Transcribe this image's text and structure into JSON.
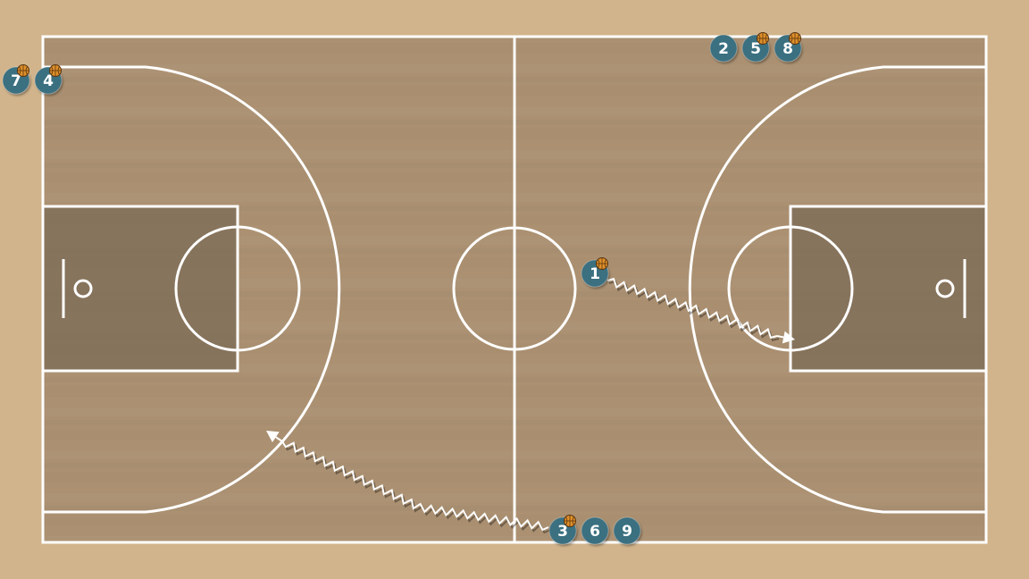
{
  "diagram": {
    "colors": {
      "background": "#d1b48c",
      "floor": "#ab9172",
      "paint": "#806f58",
      "lines": "#ffffff",
      "player": "#3b6f80",
      "player_text": "#ffffff",
      "ball": "#e0902a"
    },
    "players": [
      {
        "id": "p7",
        "number": "7",
        "has_ball": true
      },
      {
        "id": "p4",
        "number": "4",
        "has_ball": true
      },
      {
        "id": "p2",
        "number": "2",
        "has_ball": false
      },
      {
        "id": "p5",
        "number": "5",
        "has_ball": true
      },
      {
        "id": "p8",
        "number": "8",
        "has_ball": true
      },
      {
        "id": "p1",
        "number": "1",
        "has_ball": true
      },
      {
        "id": "p3",
        "number": "3",
        "has_ball": true
      },
      {
        "id": "p6",
        "number": "6",
        "has_ball": false
      },
      {
        "id": "p9",
        "number": "9",
        "has_ball": false
      }
    ],
    "movements": [
      {
        "id": "dribble-1",
        "type": "dribble",
        "player": "1"
      },
      {
        "id": "dribble-3",
        "type": "dribble",
        "player": "3"
      }
    ],
    "icons": {
      "ball": "basketball-icon"
    }
  }
}
